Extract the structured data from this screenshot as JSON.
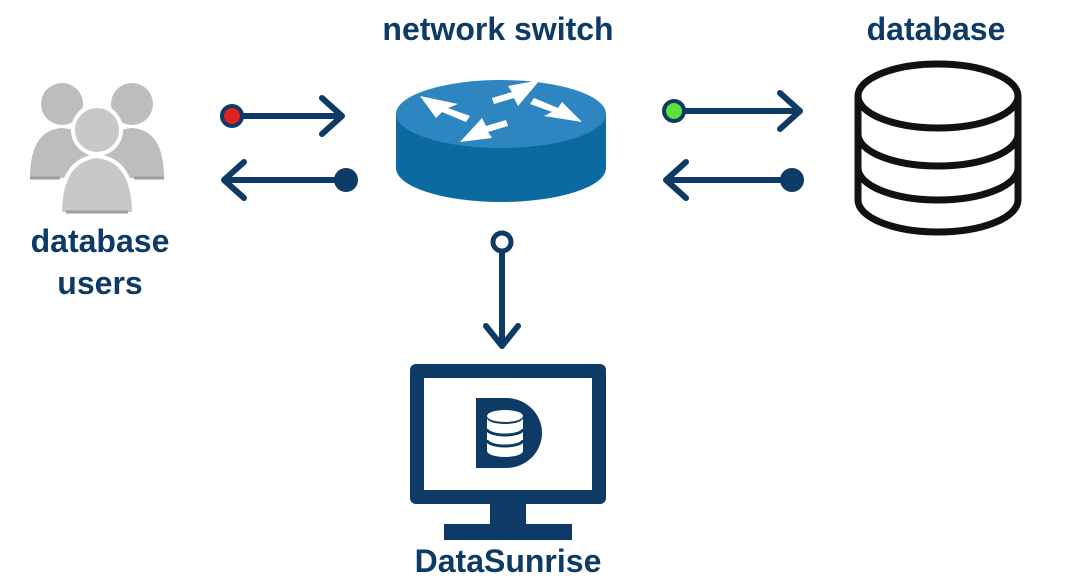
{
  "labels": {
    "switch": "network switch",
    "database": "database",
    "users_line1": "database",
    "users_line2": "users",
    "datasunrise": "DataSunrise"
  },
  "colors": {
    "navy": "#0e3a66",
    "switch_blue": "#0b6aa0",
    "switch_top": "#2e86c1",
    "users_gray": "#bdbdbd",
    "dot_red": "#e02020",
    "dot_green": "#5fe03a",
    "black": "#111111"
  },
  "icons": {
    "users": "users-group-icon",
    "switch": "network-switch-icon",
    "database": "database-cylinder-icon",
    "monitor": "monitor-datasunrise-icon"
  }
}
